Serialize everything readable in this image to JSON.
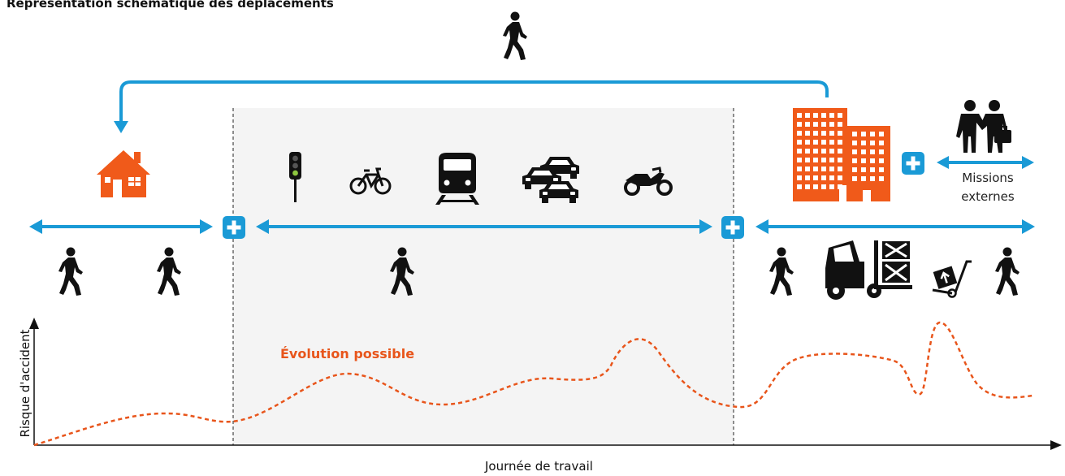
{
  "title": "Représentation schématique des déplacements",
  "annotation": "Évolution possible",
  "xlabel": "Journée de travail",
  "ylabel": "Risque d'accident",
  "missions": {
    "line1": "Missions",
    "line2": "externes"
  },
  "colors": {
    "accent_blue": "#1a9ad6",
    "orange": "#f05a1a",
    "risk_line": "#e8551b",
    "zone_fill": "#f4f4f4",
    "icon_dark": "#111111"
  },
  "icons": {
    "home": "house-icon",
    "office": "office-building-icon",
    "transport": [
      "traffic-light-icon",
      "bicycle-icon",
      "train-icon",
      "traffic-jam-icon",
      "motorcycle-icon"
    ],
    "workplace": [
      "walking-person-icon",
      "forklift-icon",
      "hand-truck-icon",
      "walking-person-icon"
    ],
    "missions": "handshake-icon"
  }
}
